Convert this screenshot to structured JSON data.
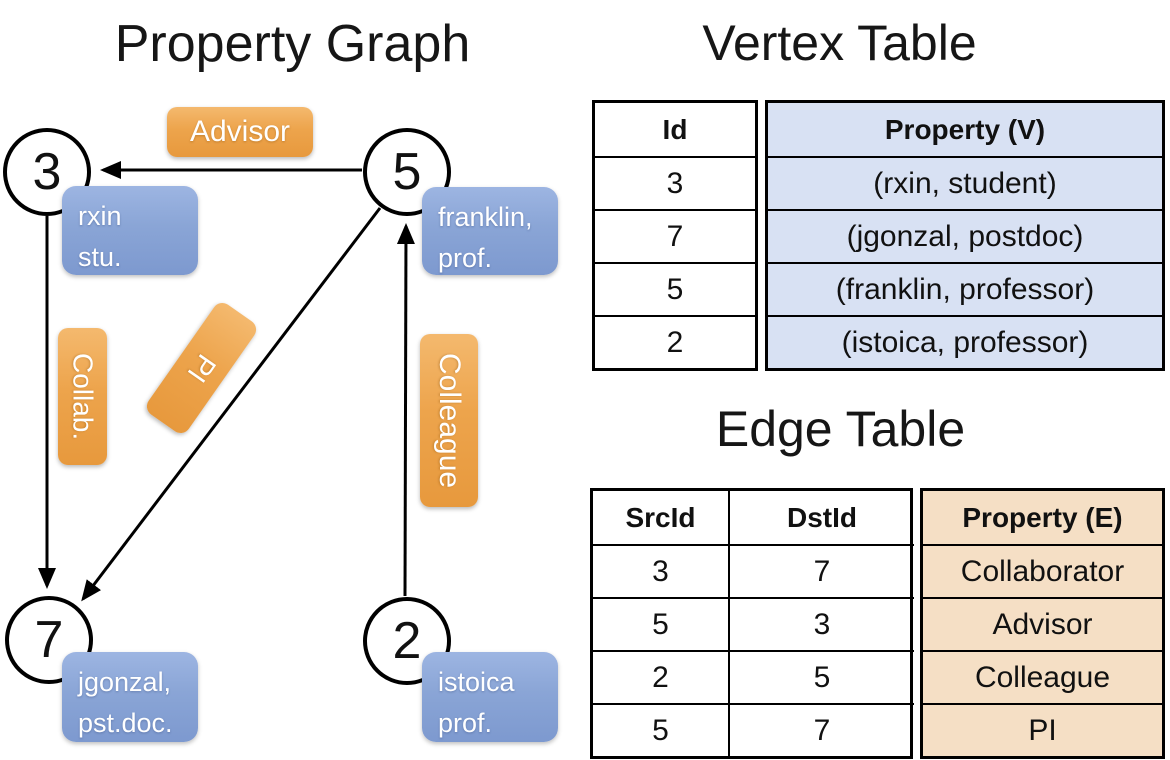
{
  "left_panel": {
    "title": "Property Graph",
    "vertices": {
      "v3": {
        "id": "3",
        "line1": "rxin",
        "line2": "stu."
      },
      "v5": {
        "id": "5",
        "line1": "franklin,",
        "line2": "prof."
      },
      "v7": {
        "id": "7",
        "line1": "jgonzal,",
        "line2": "pst.doc."
      },
      "v2": {
        "id": "2",
        "line1": "istoica",
        "line2": "prof."
      }
    },
    "edge_labels": {
      "advisor": "Advisor",
      "collab": "Collab.",
      "pi": "PI",
      "colleague": "Colleague"
    }
  },
  "vertex_table": {
    "title": "Vertex Table",
    "col_id": "Id",
    "col_property": "Property (V)",
    "rows": [
      {
        "id": "3",
        "property": "(rxin, student)"
      },
      {
        "id": "7",
        "property": "(jgonzal, postdoc)"
      },
      {
        "id": "5",
        "property": "(franklin, professor)"
      },
      {
        "id": "2",
        "property": "(istoica, professor)"
      }
    ]
  },
  "edge_table": {
    "title": "Edge Table",
    "col_src": "SrcId",
    "col_dst": "DstId",
    "col_property": "Property (E)",
    "rows": [
      {
        "src": "3",
        "dst": "7",
        "property": "Collaborator"
      },
      {
        "src": "5",
        "dst": "3",
        "property": "Advisor"
      },
      {
        "src": "2",
        "dst": "5",
        "property": "Colleague"
      },
      {
        "src": "5",
        "dst": "7",
        "property": "PI"
      }
    ]
  },
  "colors": {
    "edge_label_orange": "#EDA44C",
    "vertex_label_blue": "#8AA5D6",
    "vertex_table_cell_bg": "#D8E1F3",
    "edge_table_cell_bg": "#F5DFC5",
    "line_color": "#000000"
  }
}
